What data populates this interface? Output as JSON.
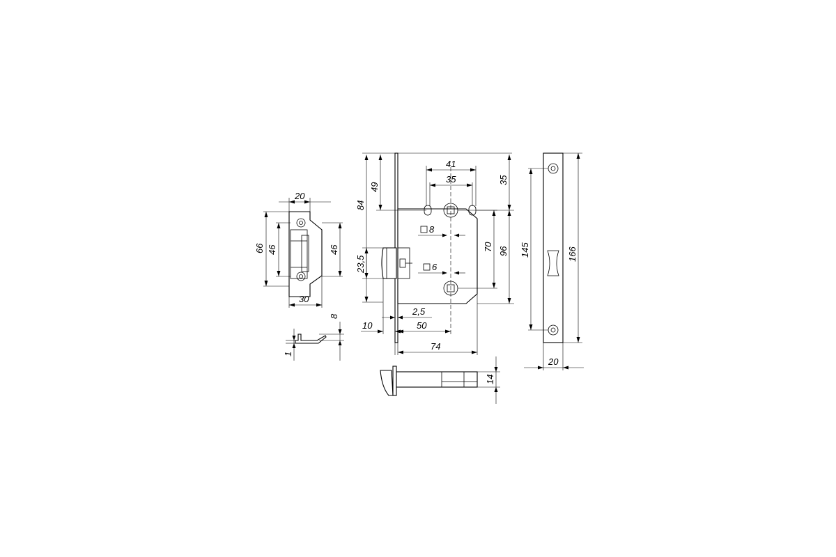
{
  "strike_plate": {
    "width_top": "20",
    "height_outer": "66",
    "height_inner": "46",
    "height_right": "46",
    "width_bottom": "30"
  },
  "strike_profile": {
    "height": "8",
    "thickness": "1"
  },
  "lock_body": {
    "height_84": "84",
    "height_49": "49",
    "height_35": "35",
    "spacing_41": "41",
    "spacing_35": "35",
    "square_8": "8",
    "square_6": "6",
    "height_70": "70",
    "height_96": "96",
    "latch_23_5": "23,5",
    "offset_2_5": "2,5",
    "offset_10": "10",
    "backset_50": "50",
    "depth_74": "74"
  },
  "latch_profile": {
    "height_14": "14"
  },
  "faceplate": {
    "height_145": "145",
    "height_166": "166",
    "width_20": "20"
  }
}
